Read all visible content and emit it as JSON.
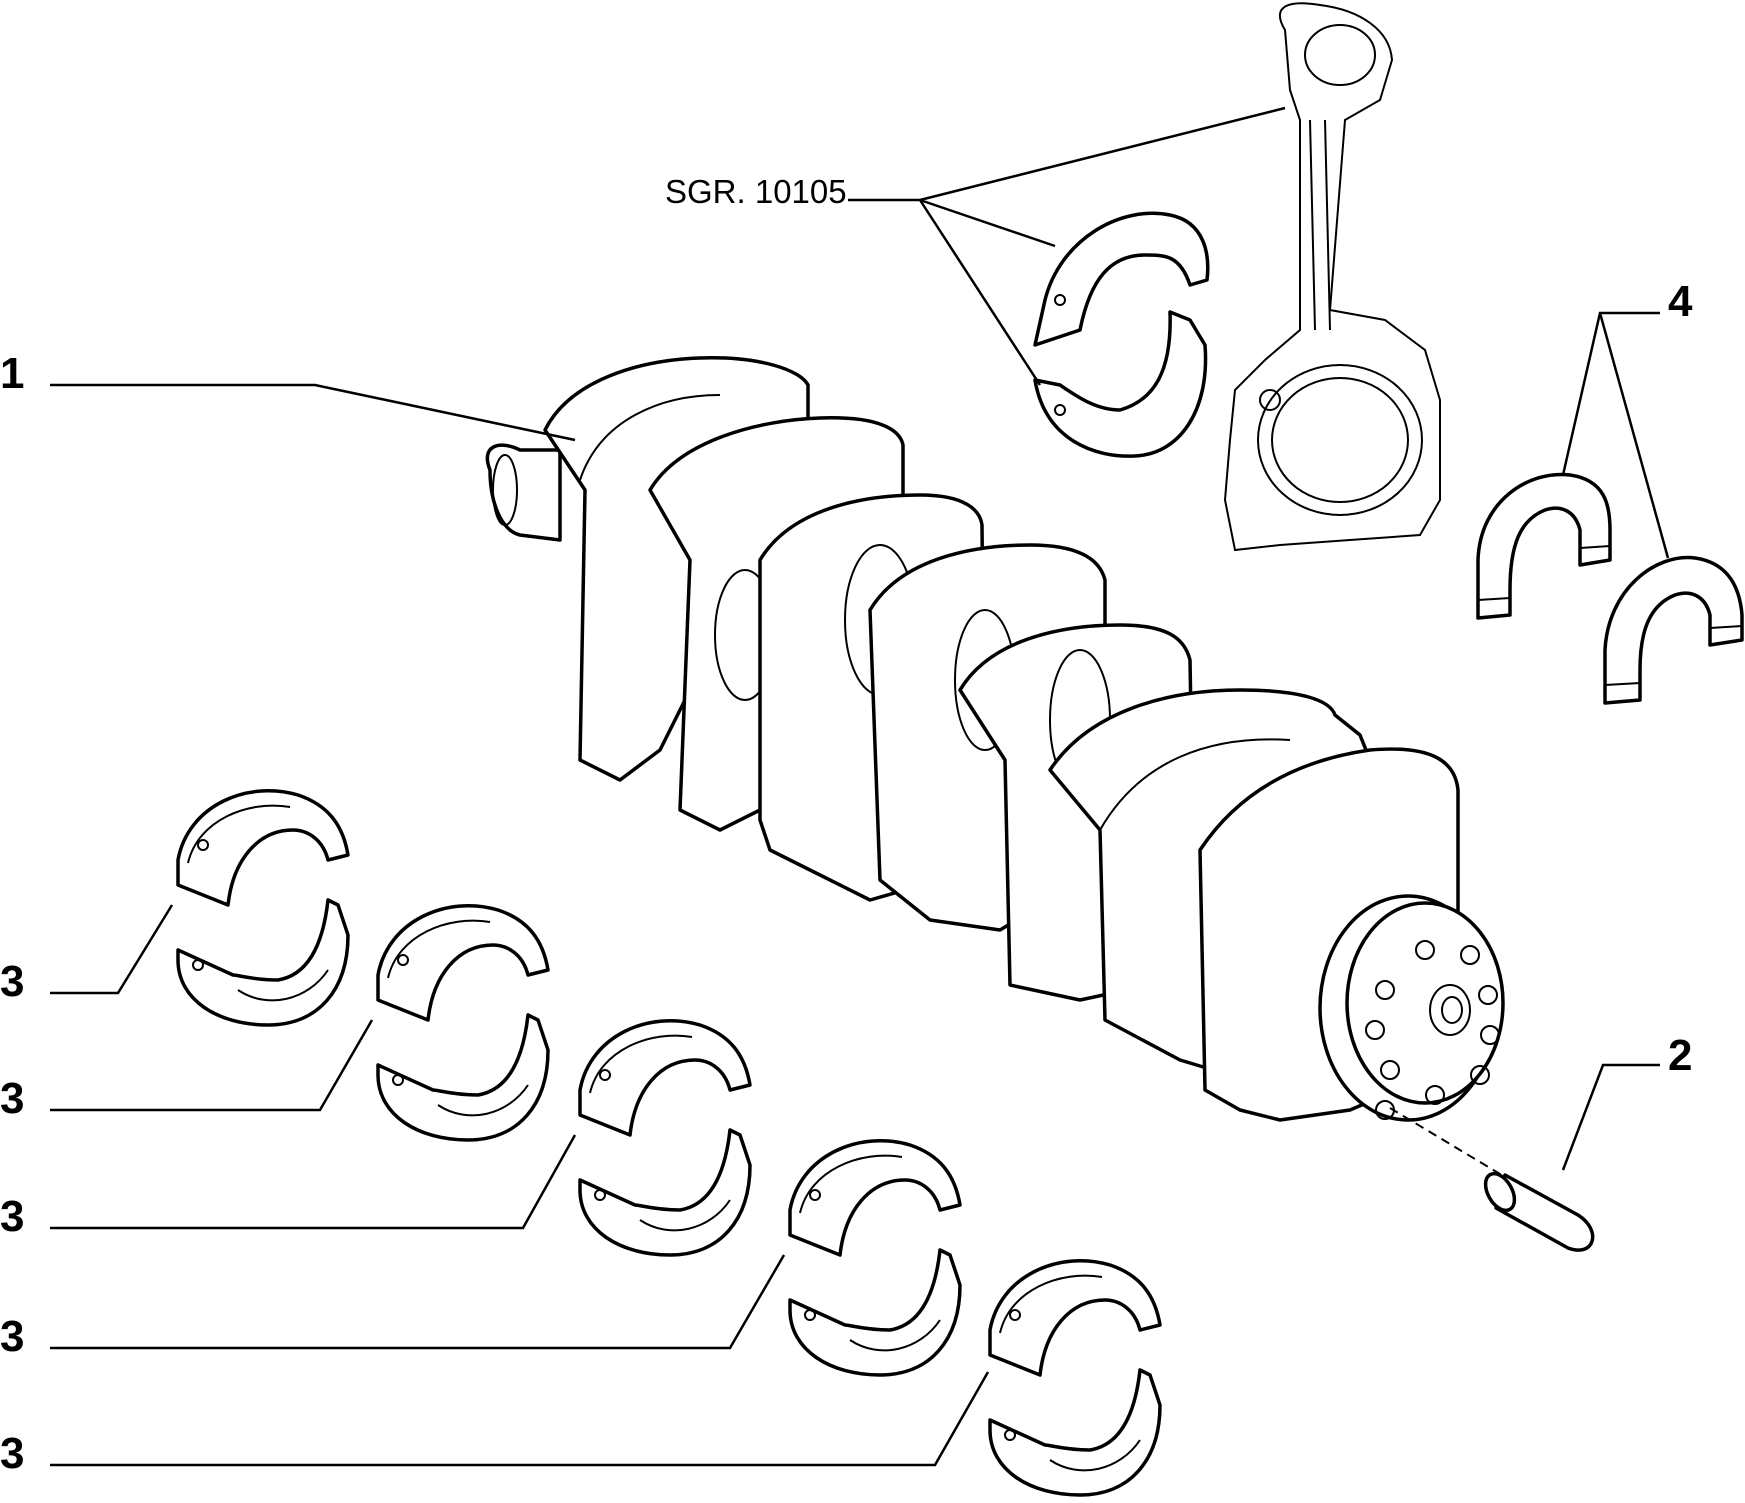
{
  "callouts": {
    "crankshaft": "1",
    "pin": "2",
    "main_bearing": "3",
    "thrust_washer": "4",
    "reference": "SGR. 10105"
  },
  "colors": {
    "line": "#000000",
    "background": "#ffffff"
  }
}
